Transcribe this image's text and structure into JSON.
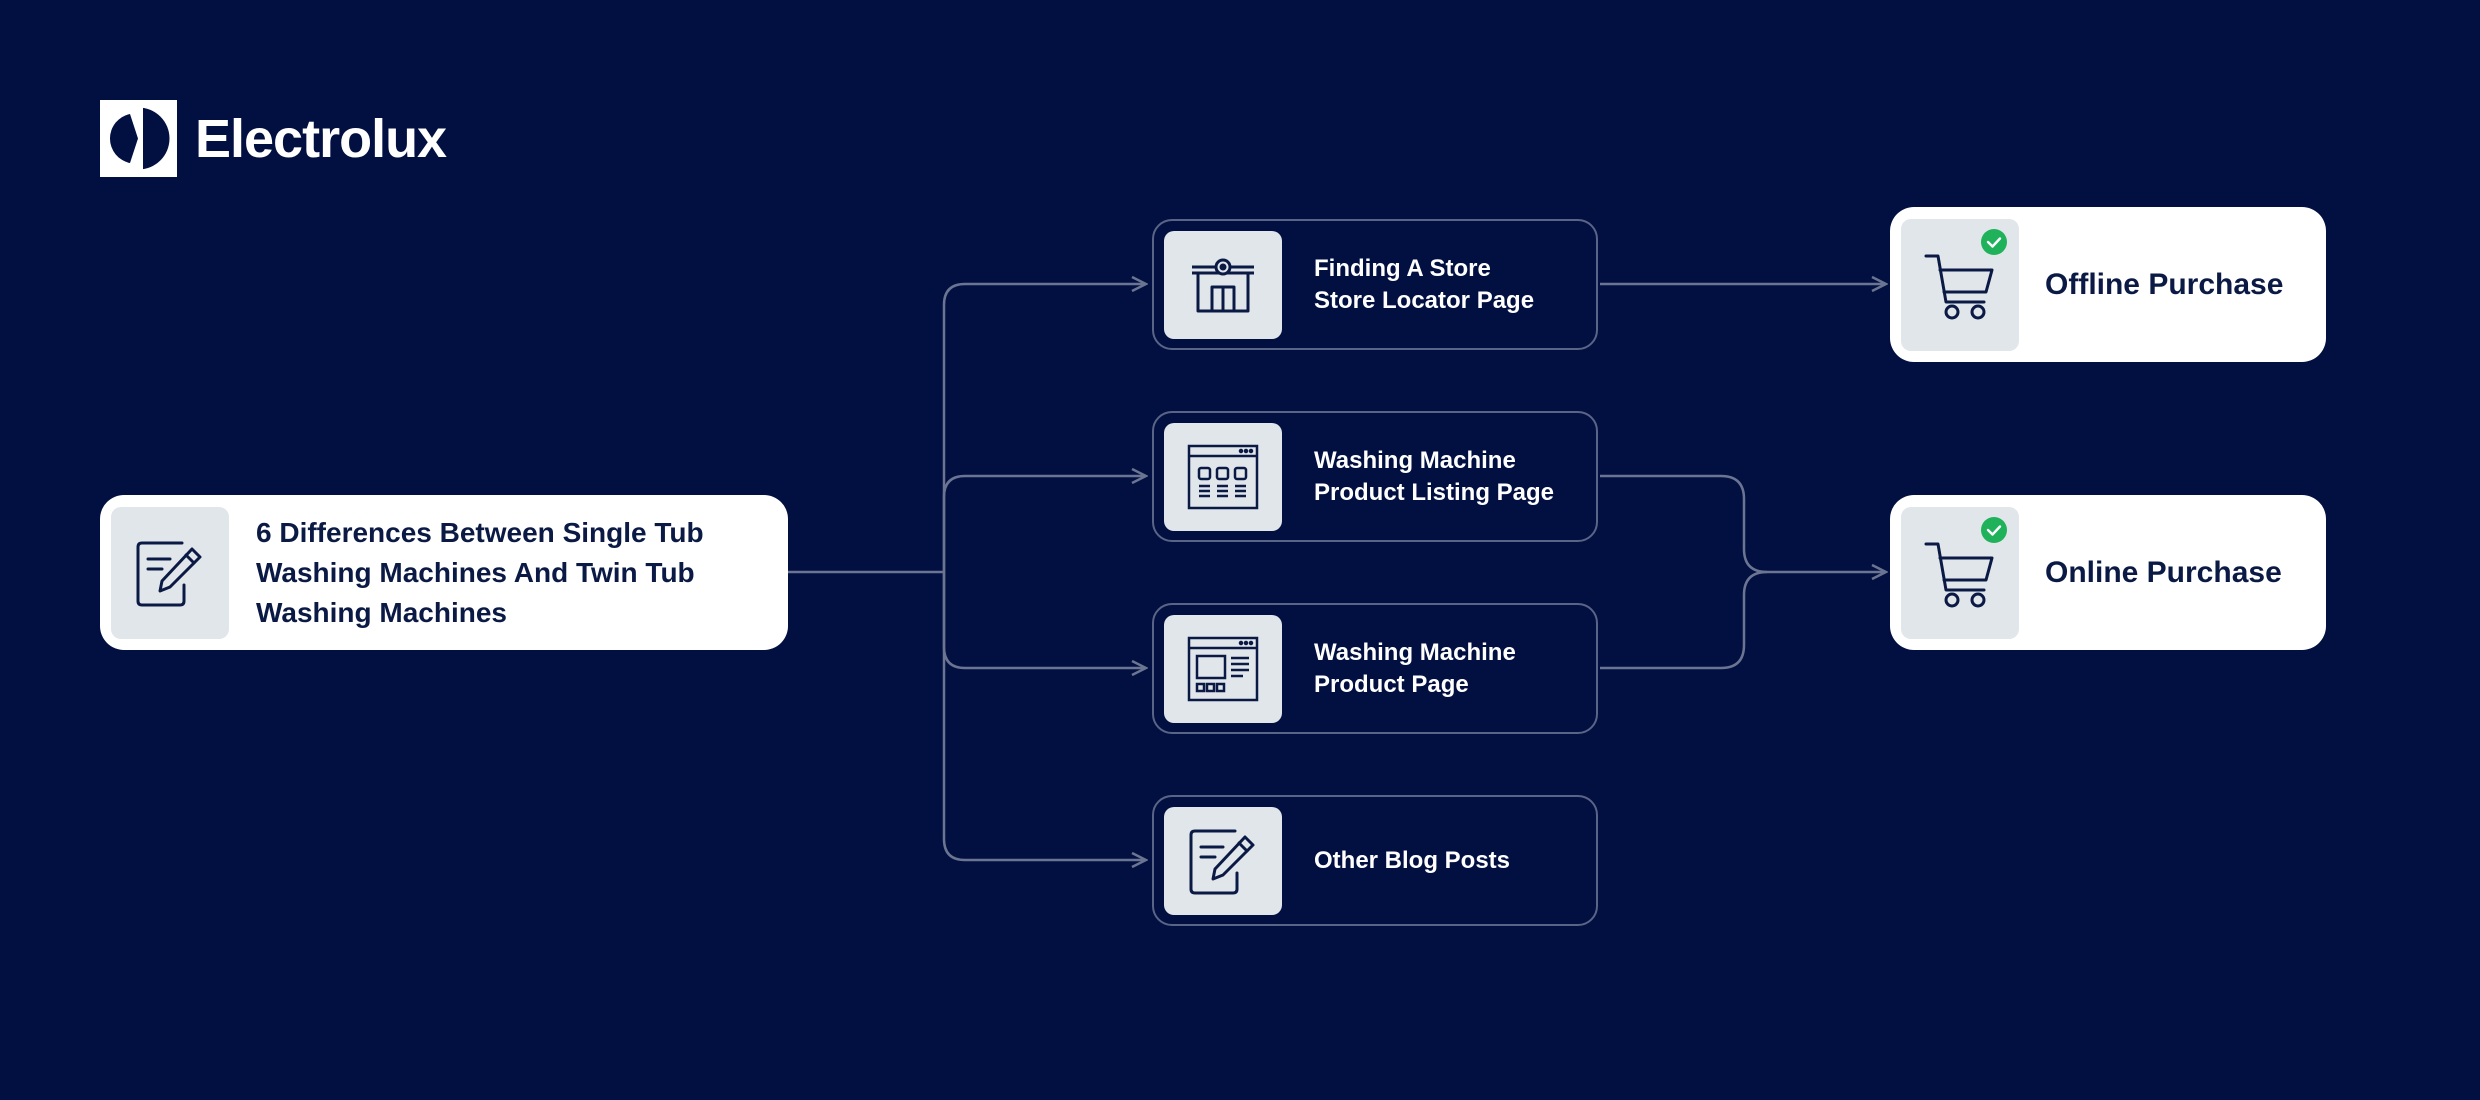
{
  "brand": {
    "name": "Electrolux"
  },
  "colors": {
    "background": "#020f41",
    "line": "#6b7592",
    "tile": "#e1e6ea",
    "check": "#20b25a",
    "ink": "#0b1a45"
  },
  "source": {
    "lines": [
      "6 Differences Between Single Tub",
      "Washing Machines And Twin Tub",
      "Washing Machines"
    ],
    "icon": "edit-note-icon"
  },
  "pages": [
    {
      "lines": [
        "Finding A Store",
        "Store Locator Page"
      ],
      "icon": "store-icon"
    },
    {
      "lines": [
        "Washing Machine",
        "Product Listing Page"
      ],
      "icon": "product-listing-icon"
    },
    {
      "lines": [
        "Washing Machine",
        "Product Page"
      ],
      "icon": "product-page-icon"
    },
    {
      "lines": [
        "Other Blog Posts"
      ],
      "icon": "edit-note-icon"
    }
  ],
  "destinations": [
    {
      "label": "Offline Purchase",
      "icon": "shopping-cart-icon",
      "badge": "check-icon"
    },
    {
      "label": "Online Purchase",
      "icon": "shopping-cart-icon",
      "badge": "check-icon"
    }
  ]
}
